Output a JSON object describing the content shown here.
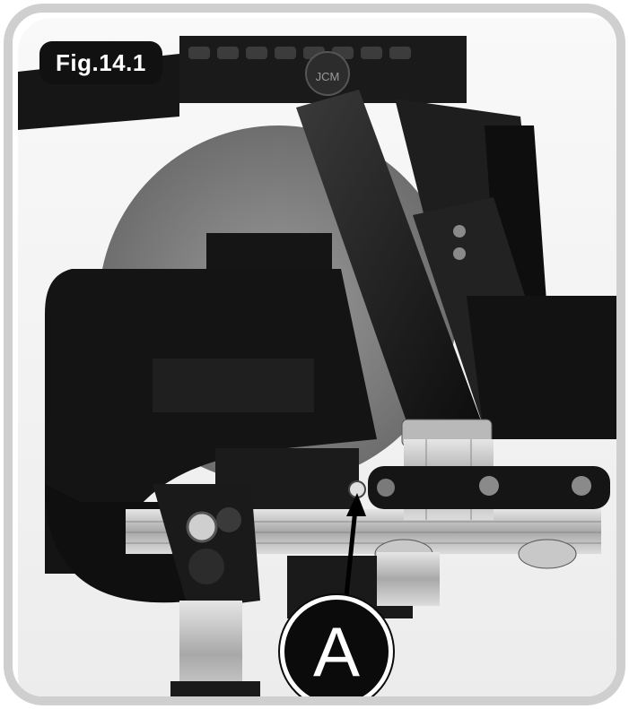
{
  "figure": {
    "label": "Fig.14.1",
    "logo_text": "JCM",
    "callout": "A"
  },
  "colors": {
    "frame": "#cfcfcf",
    "dark": "#0b0b0b",
    "metal": "#bdbdbd"
  }
}
